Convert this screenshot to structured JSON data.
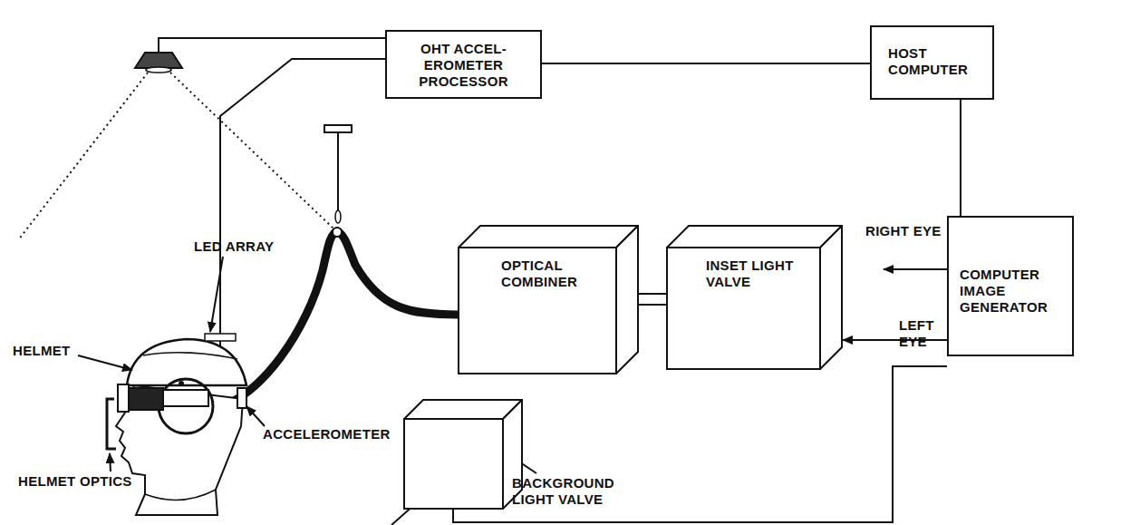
{
  "diagram": {
    "nodes": [
      {
        "text": [
          "OHT ACCEL- EROMETER PROCESSOR"
        ]
      },
      {
        "text": [
          "HOST COMPUTER"
        ]
      },
      {
        "text": [
          "OPTICAL COMBINER"
        ]
      },
      {
        "text": [
          "INSET LIGHT VALVE"
        ]
      },
      {
        "text": [
          "COMPUTER IMAGE GENERATOR"
        ]
      },
      {
        "text": [
          "BACKGROUND LIGHT VALVE"
        ]
      }
    ],
    "edges": [
      {
        "from": 0,
        "to": 1,
        "arrow": "none"
      },
      {
        "from": 1,
        "to": 4,
        "arrow": "none"
      },
      {
        "from": 4,
        "to": 3,
        "arrow": "to"
      },
      {
        "from": 3,
        "to": 2,
        "arrow": "none"
      },
      {
        "from": 4,
        "to": 5,
        "arrow": "none"
      }
    ],
    "labels": [
      "LED ARRAY",
      "HELMET",
      "HELMET OPTICS",
      "ACCELEROMETER",
      "RIGHT EYE",
      "LEFT EYE"
    ]
  }
}
